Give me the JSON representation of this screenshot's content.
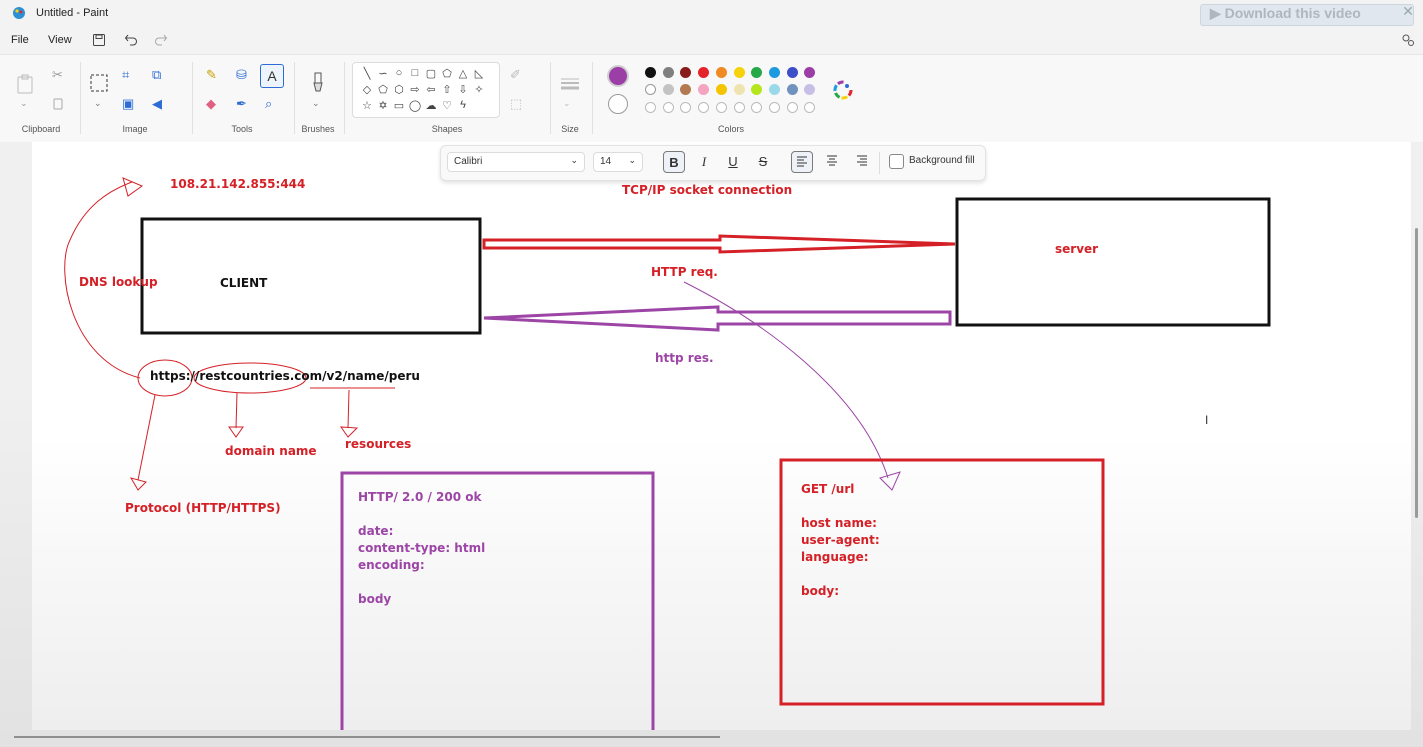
{
  "window": {
    "title": "Untitled - Paint"
  },
  "overlay": {
    "text": "▶ Download this video",
    "close": "✕"
  },
  "menu": {
    "file": "File",
    "view": "View"
  },
  "ribbon": {
    "groups": {
      "clipboard": "Clipboard",
      "image": "Image",
      "tools": "Tools",
      "brushes": "Brushes",
      "shapes": "Shapes",
      "size": "Size",
      "colors": "Colors"
    },
    "palette_row1": [
      "#111111",
      "#7f7f7f",
      "#8a1b1b",
      "#e3242b",
      "#f08a24",
      "#f5d20a",
      "#27a745",
      "#1e9be0",
      "#3d4fc7",
      "#9b3ea6"
    ],
    "palette_row2": [
      "#ffffff",
      "#c3c3c3",
      "#b37a52",
      "#f4a3c0",
      "#f5c400",
      "#efe4b0",
      "#b5e61d",
      "#99d9ea",
      "#7092be",
      "#c8bfe7"
    ],
    "primary_color": "#9b3ea6"
  },
  "text_toolbar": {
    "font": "Calibri",
    "size": "14",
    "bold": "B",
    "italic": "I",
    "underline": "U",
    "strike": "S",
    "background_fill": "Background fill"
  },
  "canvas": {
    "ip_label": "108.21.142.855:444",
    "tcp_label": "TCP/IP socket connection",
    "client_label": "CLIENT",
    "server_label": "server",
    "dns_label": "DNS lookup",
    "http_req_label": "HTTP req.",
    "http_res_label": "http res.",
    "url": "https://restcountries.com/v2/name/peru",
    "domain_label": "domain name",
    "resources_label": "resources",
    "protocol_label": "Protocol (HTTP/HTTPS)",
    "response_box": {
      "status": "HTTP/ 2.0 / 200 ok",
      "date": "date:",
      "content_type": "content-type: html",
      "encoding": "encoding:",
      "body": "body"
    },
    "request_box": {
      "method": "GET /url",
      "host": "host name:",
      "user_agent": "user-agent:",
      "language": "language:",
      "body": "body:"
    },
    "colors": {
      "red": "#d42026",
      "purple": "#9c45a6"
    }
  }
}
